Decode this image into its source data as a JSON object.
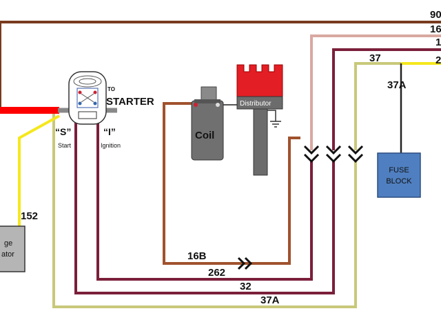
{
  "wire_labels": {
    "w90": "90",
    "w16_top": "16",
    "w_trunc_a": "1",
    "w_trunc_b": "2",
    "w37_top": "37",
    "w37A_top": "37A",
    "w152": "152",
    "w16B": "16B",
    "w262": "262",
    "w32": "32",
    "w37A_bottom": "37A"
  },
  "switch": {
    "to_label": "TO",
    "starter_label": "STARTER",
    "s_label": "“S”",
    "s_sub": "Start",
    "i_label": "“I”",
    "i_sub": "Ignition"
  },
  "coil": {
    "label": "Coil"
  },
  "distributor": {
    "label": "Distributor"
  },
  "fuse_block": {
    "line1": "FUSE",
    "line2": "BLOCK"
  },
  "regulator": {
    "line1": "ge",
    "line2": "ator"
  },
  "colors": {
    "wire_90": "#7a3b1e",
    "wire_16": "#d9a8a0",
    "wire_32": "#7b1f3a",
    "wire_37": "#c8c87a",
    "wire_yellow": "#f5e81c",
    "wire_red": "#ff0000",
    "distributor_cap": "#e31e24",
    "fuse_block": "#4f7fc0",
    "coil": "#707070"
  }
}
